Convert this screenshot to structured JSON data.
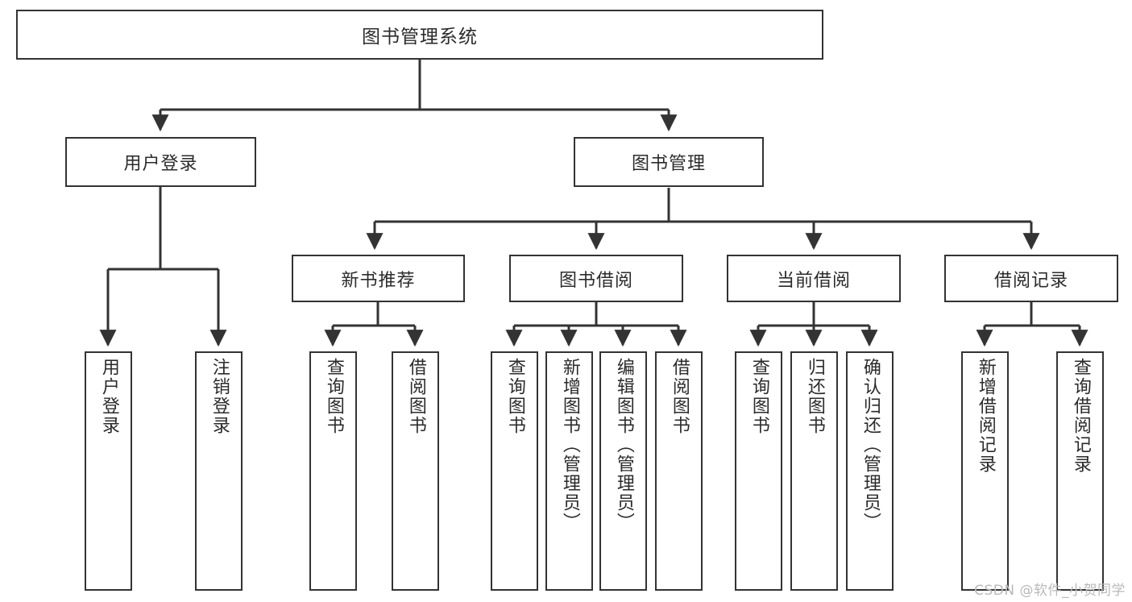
{
  "diagram": {
    "type": "tree-hierarchy",
    "title": "图书管理系统",
    "watermark": "CSDN @软件_小贺同学",
    "colors": {
      "stroke": "#333333",
      "background": "#ffffff",
      "text": "#2b2b2b",
      "watermark": "#b9b9b9"
    },
    "nodes": {
      "root": {
        "label": "图书管理系统"
      },
      "level1": [
        {
          "id": "user-login",
          "label": "用户登录"
        },
        {
          "id": "book-manage",
          "label": "图书管理"
        }
      ],
      "level2": [
        {
          "id": "new-book-recommend",
          "label": "新书推荐",
          "parent": "book-manage"
        },
        {
          "id": "book-borrow",
          "label": "图书借阅",
          "parent": "book-manage"
        },
        {
          "id": "current-borrow",
          "label": "当前借阅",
          "parent": "book-manage"
        },
        {
          "id": "borrow-record",
          "label": "借阅记录",
          "parent": "book-manage"
        }
      ],
      "leaves": [
        {
          "id": "leaf-user-login",
          "label": "用户登录",
          "parent": "user-login"
        },
        {
          "id": "leaf-user-logout",
          "label": "注销登录",
          "parent": "user-login"
        },
        {
          "id": "leaf-query-book-1",
          "label": "查询图书",
          "parent": "new-book-recommend"
        },
        {
          "id": "leaf-borrow-book-1",
          "label": "借阅图书",
          "parent": "new-book-recommend"
        },
        {
          "id": "leaf-query-book-2",
          "label": "查询图书",
          "parent": "book-borrow"
        },
        {
          "id": "leaf-add-book",
          "label": "新增图书（管理员）",
          "parent": "book-borrow"
        },
        {
          "id": "leaf-edit-book",
          "label": "编辑图书（管理员）",
          "parent": "book-borrow"
        },
        {
          "id": "leaf-borrow-book-2",
          "label": "借阅图书",
          "parent": "book-borrow"
        },
        {
          "id": "leaf-query-book-3",
          "label": "查询图书",
          "parent": "current-borrow"
        },
        {
          "id": "leaf-return-book",
          "label": "归还图书",
          "parent": "current-borrow"
        },
        {
          "id": "leaf-confirm-return",
          "label": "确认归还（管理员）",
          "parent": "current-borrow"
        },
        {
          "id": "leaf-add-record",
          "label": "新增借阅记录",
          "parent": "borrow-record"
        },
        {
          "id": "leaf-query-record",
          "label": "查询借阅记录",
          "parent": "borrow-record"
        }
      ]
    }
  }
}
